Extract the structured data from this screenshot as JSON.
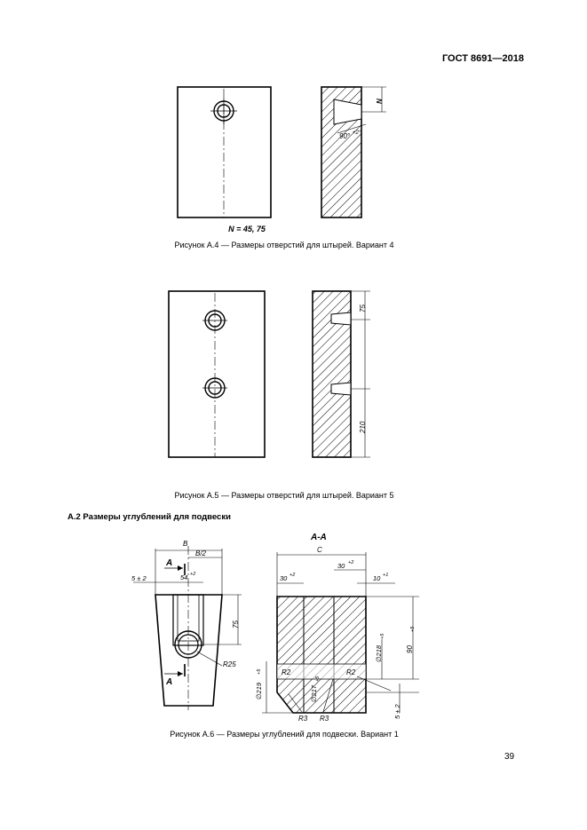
{
  "header": {
    "doc_code": "ГОСТ 8691—2018"
  },
  "figure_a4": {
    "param_note": "N = 45, 75",
    "caption": "Рисунок А.4 — Размеры отверстий для штырей. Вариант 4",
    "dims": {
      "n": "N",
      "angle": "90°",
      "angle_tol": "+2°"
    }
  },
  "figure_a5": {
    "caption": "Рисунок А.5 — Размеры отверстий для штырей. Вариант 5",
    "dims": {
      "top": "75",
      "bottom": "210"
    }
  },
  "section": {
    "title": "А.2 Размеры углублений для подвески"
  },
  "figure_a6": {
    "caption": "Рисунок А.6 — Размеры углублений для подвески. Вариант 1",
    "section_label": "А-А",
    "cut_label": "А",
    "dims": {
      "b": "B",
      "b_half": "B/2",
      "offset": "5 ± 2",
      "slot_w": "54",
      "slot_w_tol": "+2",
      "depth": "75",
      "radius": "R25",
      "c": "C",
      "left30": "30",
      "left30_tol": "+2",
      "right30": "30",
      "right30_tol": "+2",
      "right10": "10",
      "right10_tol": "+1",
      "height": "90",
      "height_tol": "+5",
      "d218": "∅218",
      "d218_tol": "+5",
      "d219": "∅219",
      "d219_tol": "+5",
      "d217": "∅217",
      "d217_tol": "+5",
      "r2a": "R2",
      "r2b": "R2",
      "r3a": "R3",
      "r3b": "R3",
      "bottom_offset": "5 ± 2"
    }
  },
  "footer": {
    "page_number": "39"
  }
}
